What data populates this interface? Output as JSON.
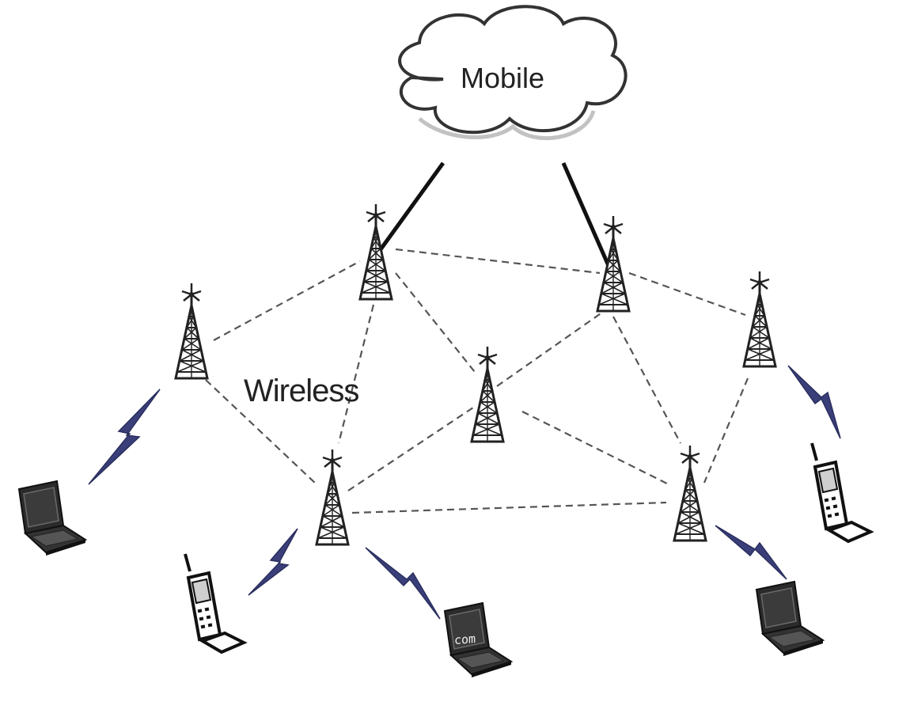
{
  "diagram": {
    "cloud_label": "Mobile",
    "network_label": "Wireless",
    "laptop_screen_text": "com"
  },
  "colors": {
    "ink": "#222222",
    "link_dashed": "#555555",
    "backhaul": "#111111",
    "radio_bolt": "#3a3f7a",
    "device_body": "#2b2b2b",
    "cloud_fill": "#ffffff"
  },
  "icons": [
    "cloud-icon",
    "tower-icon",
    "laptop-icon",
    "phone-icon",
    "lightning-bolt-icon"
  ]
}
